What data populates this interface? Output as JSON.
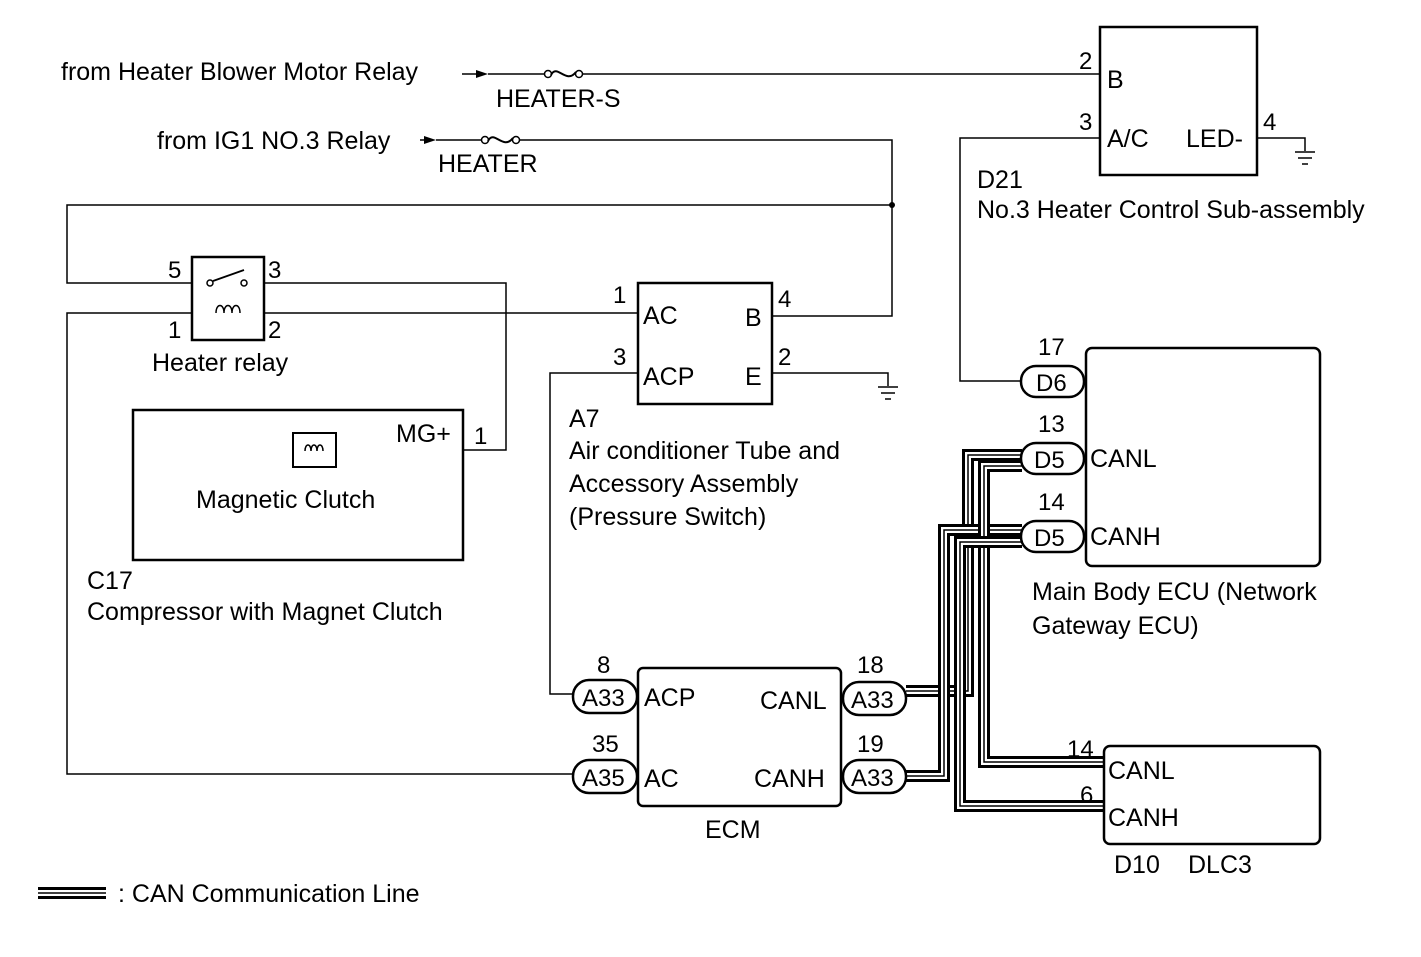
{
  "sources": {
    "blower_relay": "from Heater Blower Motor Relay",
    "ig1_relay": "from IG1 NO.3 Relay"
  },
  "fuses": {
    "heater_s": "HEATER-S",
    "heater": "HEATER"
  },
  "heater_control": {
    "code": "D21",
    "name": "No.3 Heater Control Sub-assembly",
    "pin_b_num": "2",
    "pin_b": "B",
    "pin_ac_num": "3",
    "pin_ac": "A/C",
    "pin_led_num": "4",
    "pin_led": "LED-"
  },
  "heater_relay": {
    "name": "Heater relay",
    "pin5": "5",
    "pin3": "3",
    "pin1": "1",
    "pin2": "2"
  },
  "pressure_switch": {
    "code": "A7",
    "name_line1": "Air conditioner Tube and",
    "name_line2": "Accessory Assembly",
    "name_line3": "(Pressure Switch)",
    "pin_ac_num": "1",
    "pin_ac": "AC",
    "pin_acp_num": "3",
    "pin_acp": "ACP",
    "pin_b_num": "4",
    "pin_b": "B",
    "pin_e_num": "2",
    "pin_e": "E"
  },
  "compressor": {
    "code": "C17",
    "name": "Compressor with Magnet Clutch",
    "clutch_label": "Magnetic Clutch",
    "pin_mg": "MG+",
    "pin_mg_num": "1"
  },
  "main_body_ecu": {
    "name_line1": "Main Body ECU (Network",
    "name_line2": "Gateway ECU)",
    "conn_d6": "D6",
    "conn_d6_num": "17",
    "conn_canl": "D5",
    "conn_canl_num": "13",
    "pin_canl": "CANL",
    "conn_canh": "D5",
    "conn_canh_num": "14",
    "pin_canh": "CANH"
  },
  "ecm": {
    "name": "ECM",
    "conn_acp": "A33",
    "conn_acp_num": "8",
    "pin_acp": "ACP",
    "conn_ac": "A35",
    "conn_ac_num": "35",
    "pin_ac": "AC",
    "conn_canl": "A33",
    "conn_canl_num": "18",
    "pin_canl": "CANL",
    "conn_canh": "A33",
    "conn_canh_num": "19",
    "pin_canh": "CANH"
  },
  "dlc3": {
    "code": "D10",
    "name": "DLC3",
    "pin_canl_num": "14",
    "pin_canl": "CANL",
    "pin_canh_num": "6",
    "pin_canh": "CANH"
  },
  "legend": {
    "text": ": CAN Communication Line"
  }
}
